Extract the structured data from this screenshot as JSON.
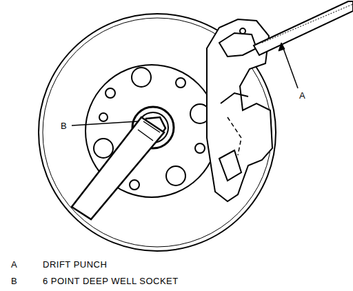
{
  "diagram": {
    "labels": [
      "B",
      "A",
      "A",
      "DRIFT PUNCH",
      "B",
      "6 POINT DEEP WELL SOCKET"
    ]
  }
}
